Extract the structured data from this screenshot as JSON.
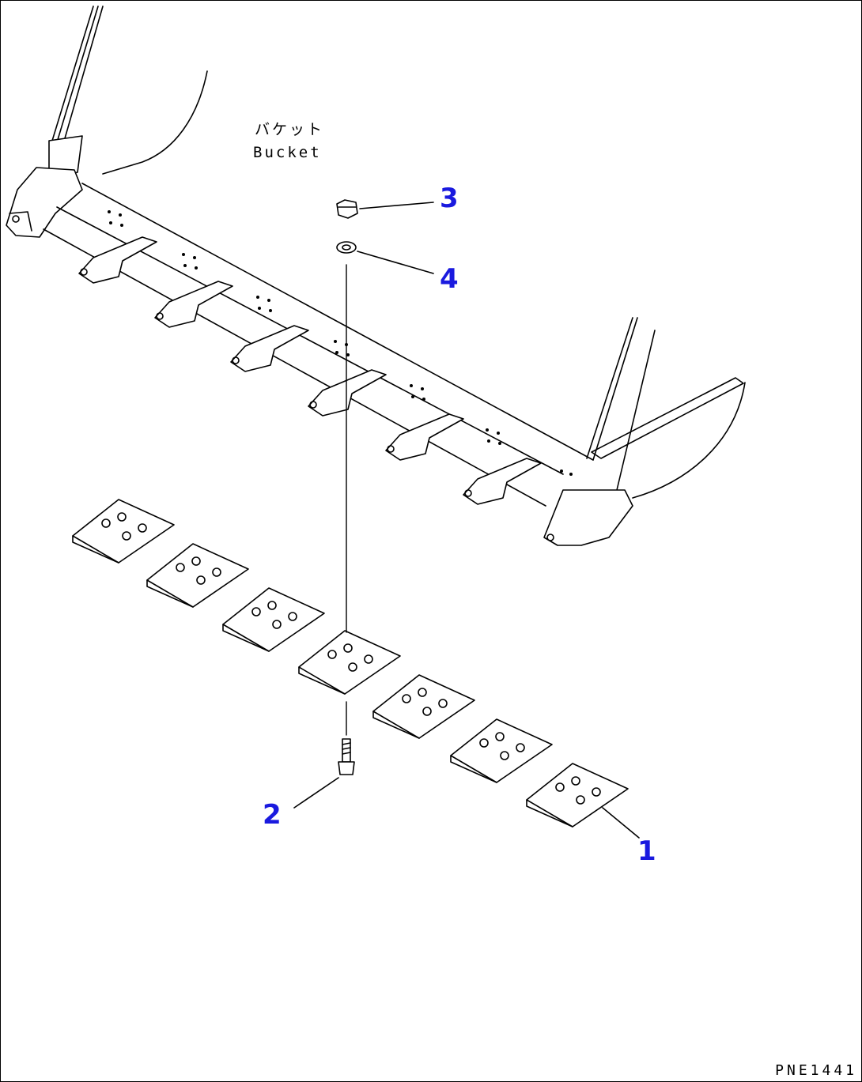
{
  "labels": {
    "part_jp": "バケット",
    "part_en": "Bucket"
  },
  "callouts": [
    {
      "id": "1",
      "text": "1"
    },
    {
      "id": "2",
      "text": "2"
    },
    {
      "id": "3",
      "text": "3"
    },
    {
      "id": "4",
      "text": "4"
    }
  ],
  "drawing_code": "PNE1441",
  "colors": {
    "callout": "#1a1adf",
    "line": "#000000",
    "background": "#ffffff"
  }
}
